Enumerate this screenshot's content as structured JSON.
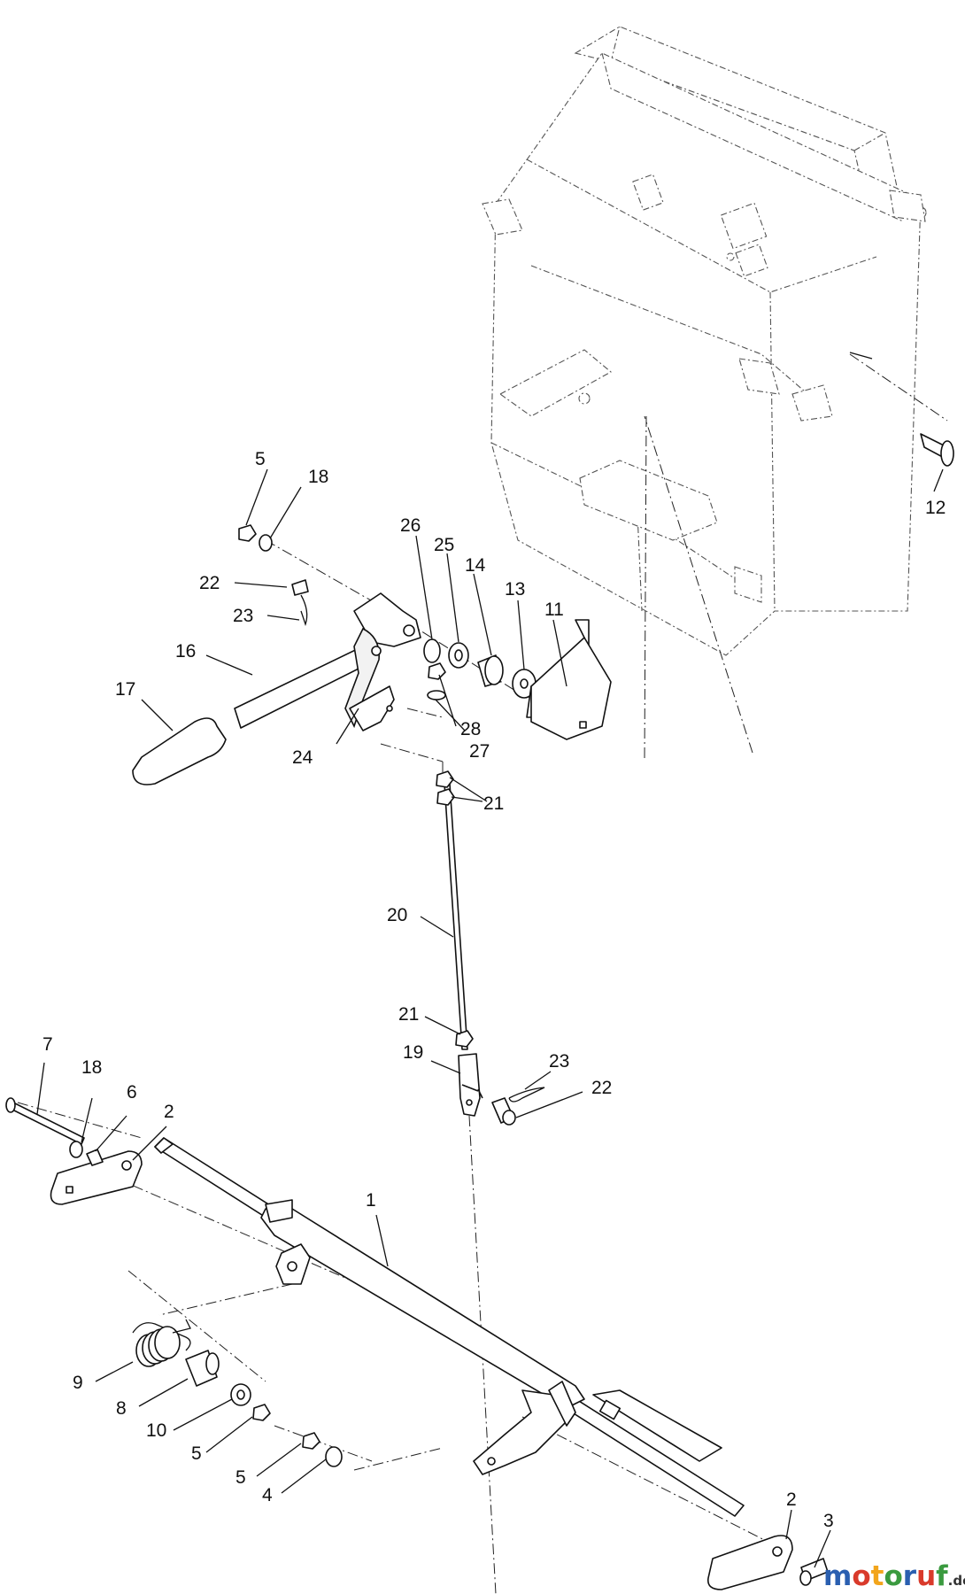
{
  "callouts": {
    "c1": "1",
    "c2a": "2",
    "c2b": "2",
    "c3": "3",
    "c4": "4",
    "c5a": "5",
    "c5b": "5",
    "c5c": "5",
    "c6": "6",
    "c7": "7",
    "c8": "8",
    "c9": "9",
    "c10": "10",
    "c11": "11",
    "c12": "12",
    "c13": "13",
    "c14": "14",
    "c16": "16",
    "c17": "17",
    "c18a": "18",
    "c18b": "18",
    "c19": "19",
    "c20": "20",
    "c21a": "21",
    "c21b": "21",
    "c22a": "22",
    "c22b": "22",
    "c23a": "23",
    "c23b": "23",
    "c24": "24",
    "c25": "25",
    "c26": "26",
    "c27": "27",
    "c28": "28"
  },
  "watermark": {
    "letters": [
      "m",
      "o",
      "t",
      "o",
      "r",
      "u",
      "f"
    ],
    "suffix": ".de",
    "colors": [
      "#2a5fb0",
      "#d93a2b",
      "#f2a51c",
      "#3a9a3f",
      "#2a5fb0",
      "#d93a2b",
      "#3a9a3f"
    ]
  }
}
